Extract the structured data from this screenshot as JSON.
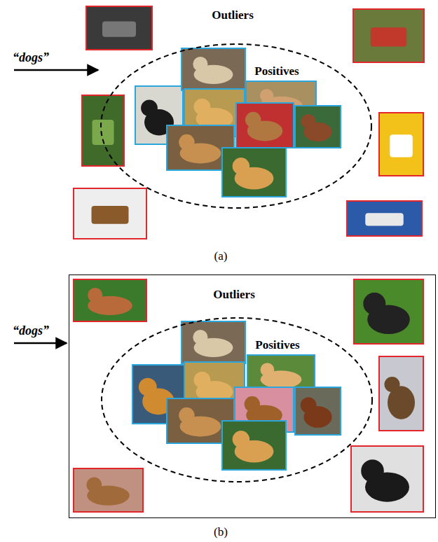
{
  "diagram": {
    "nodes": [
      {
        "text": [
          "Positives"
        ]
      },
      {
        "text": [
          "Outliers"
        ]
      },
      {
        "text": [
          "Positives"
        ],
        "in": 1
      }
    ],
    "labels": [
      "Outliers",
      "“dogs”",
      "(a)",
      "“dogs”",
      "(b)"
    ]
  }
}
